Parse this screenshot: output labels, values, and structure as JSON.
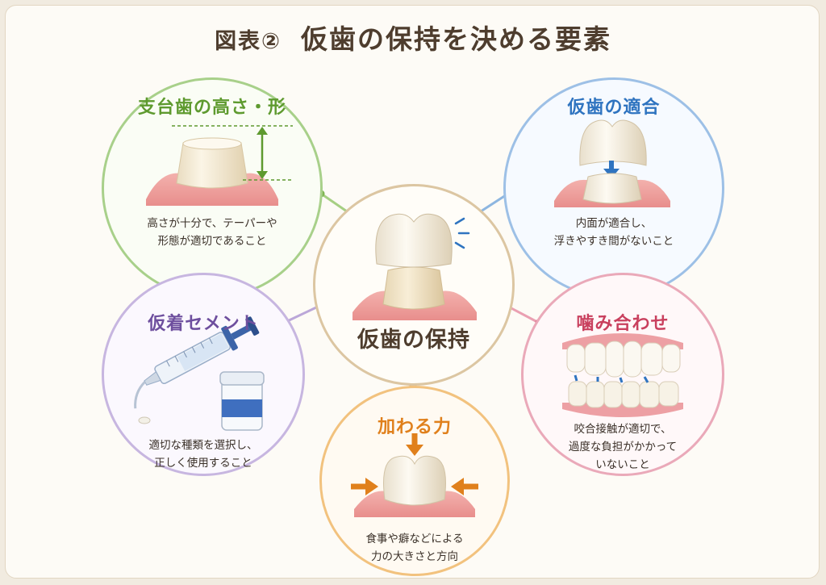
{
  "title": {
    "figure": "図表②",
    "main": "仮歯の保持を決める要素"
  },
  "center": {
    "label": "仮歯の保持"
  },
  "factors": [
    {
      "title": "支台歯の高さ・形",
      "desc": [
        "高さが十分で、テーパーや",
        "形態が適切であること"
      ],
      "color": "#5e9a2f"
    },
    {
      "title": "仮歯の適合",
      "desc": [
        "内面が適合し、",
        "浮きやすき間がないこと"
      ],
      "color": "#2f74c0"
    },
    {
      "title": "仮着セメント",
      "desc": [
        "適切な種類を選択し、",
        "正しく使用すること"
      ],
      "color": "#6e4f9e"
    },
    {
      "title": "噛み合わせ",
      "desc": [
        "咬合接触が適切で、",
        "過度な負担がかかって",
        "いないこと"
      ],
      "color": "#c9405e"
    },
    {
      "title": "加わる力",
      "desc": [
        "食事や癖などによる",
        "力の大きさと方向"
      ],
      "color": "#e0801c"
    }
  ]
}
